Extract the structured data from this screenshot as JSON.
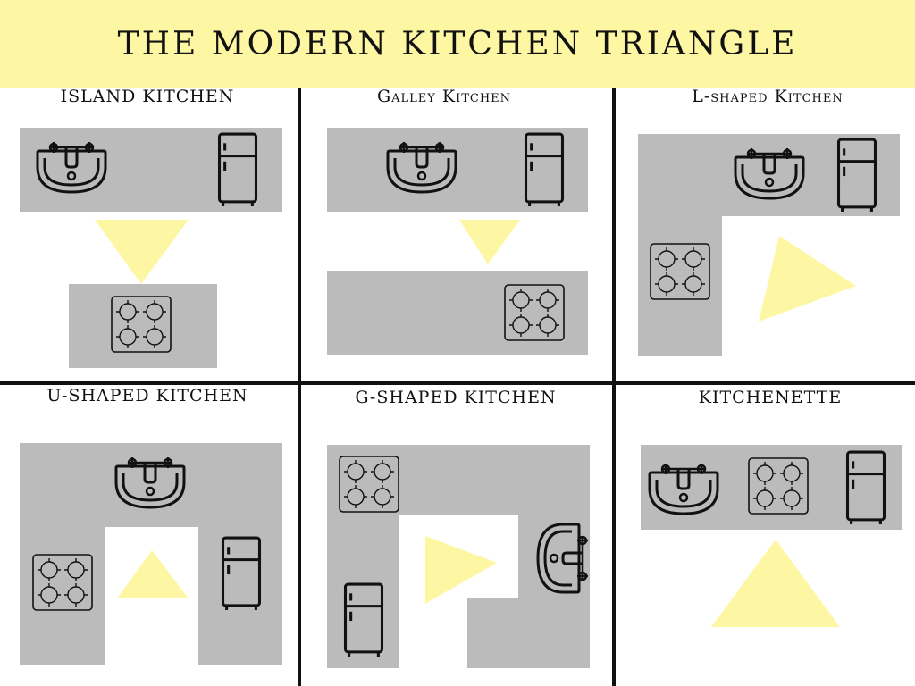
{
  "title": "THE MODERN KITCHEN TRIANGLE",
  "colors": {
    "header_bg": "#fdf7a4",
    "counter": "#bbbbbb",
    "triangle": "#fdf7a4",
    "divider": "#111111",
    "appliance_stroke": "#111111"
  },
  "panels": [
    {
      "title": "ISLAND KITCHEN",
      "appliances": [
        "sink-icon",
        "fridge-icon",
        "stove-icon"
      ]
    },
    {
      "title": "Galley Kitchen",
      "appliances": [
        "sink-icon",
        "fridge-icon",
        "stove-icon"
      ]
    },
    {
      "title": "L-shaped Kitchen",
      "appliances": [
        "sink-icon",
        "fridge-icon",
        "stove-icon"
      ]
    },
    {
      "title": "U-SHAPED KITCHEN",
      "appliances": [
        "sink-icon",
        "stove-icon",
        "fridge-icon"
      ]
    },
    {
      "title": "G-SHAPED KITCHEN",
      "appliances": [
        "stove-icon",
        "sink-icon",
        "fridge-icon"
      ]
    },
    {
      "title": "KITCHENETTE",
      "appliances": [
        "sink-icon",
        "stove-icon",
        "fridge-icon"
      ]
    }
  ]
}
